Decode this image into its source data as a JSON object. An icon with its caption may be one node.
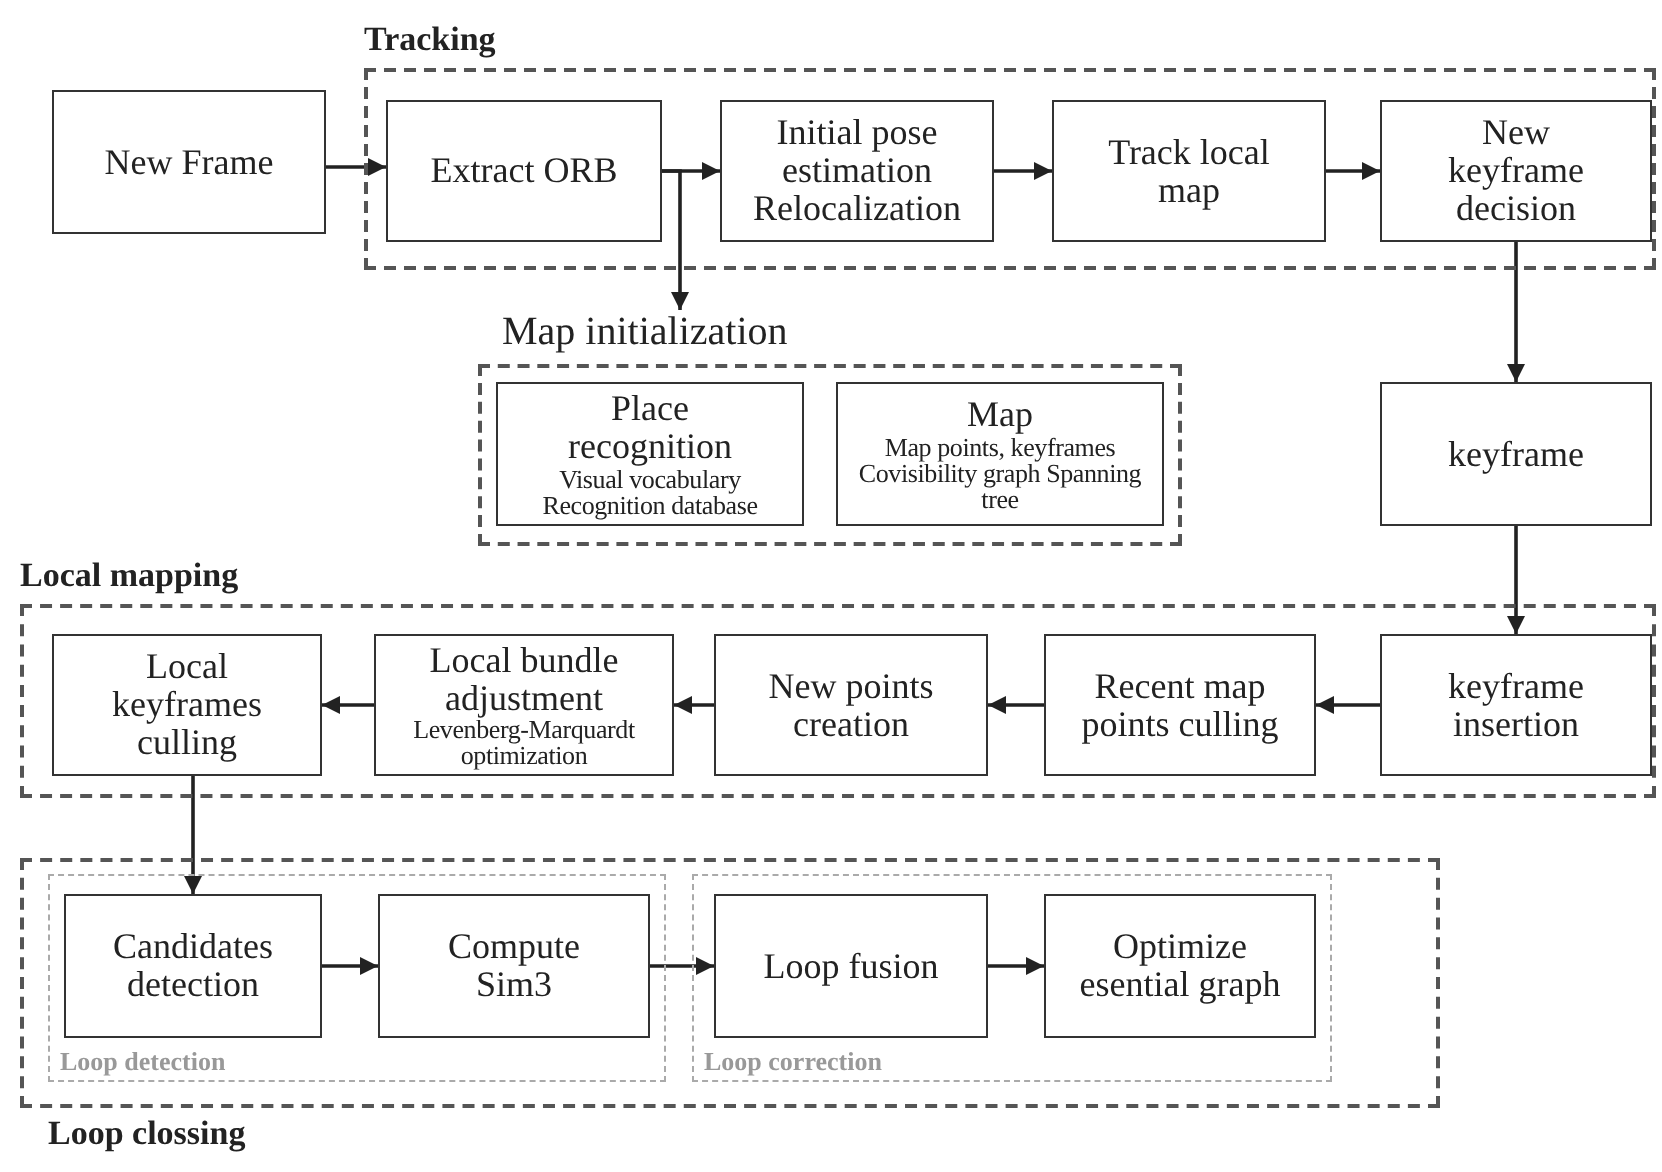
{
  "diagram": {
    "nodes": [
      {
        "text": [
          "Tracking"
        ]
      },
      {
        "text": [
          "New Frame"
        ]
      },
      {
        "text": [
          "Extract ORB"
        ],
        "in": 0
      },
      {
        "text": [
          "Initial pose estimation Relocalization"
        ],
        "in": 0
      },
      {
        "text": [
          "Track local map"
        ],
        "in": 0
      },
      {
        "text": [
          "New keyframe decision"
        ],
        "in": 0
      },
      {
        "text": [
          "Map initialization"
        ]
      },
      {
        "text": [
          "Place recognition",
          "Visual vocabulary Recognition database"
        ],
        "in": 6
      },
      {
        "text": [
          "Map",
          "Map points, keyframes Covisibility graph Spanning tree"
        ],
        "in": 6
      },
      {
        "text": [
          "keyframe"
        ]
      },
      {
        "text": [
          "Local mapping"
        ]
      },
      {
        "text": [
          "Local keyframes culling"
        ],
        "in": 10
      },
      {
        "text": [
          "Local bundle adjustment",
          "Levenberg-Marquardt optimization"
        ],
        "in": 10
      },
      {
        "text": [
          "New points creation"
        ],
        "in": 10
      },
      {
        "text": [
          "Recent map points culling"
        ],
        "in": 10
      },
      {
        "text": [
          "keyframe insertion"
        ],
        "in": 10
      },
      {
        "text": [
          "Loop clossing"
        ]
      },
      {
        "text": [
          "Loop detection"
        ],
        "in": 16
      },
      {
        "text": [
          "Candidates detection"
        ],
        "in": 17
      },
      {
        "text": [
          "Compute Sim3"
        ],
        "in": 17
      },
      {
        "text": [
          "Loop correction"
        ],
        "in": 16
      },
      {
        "text": [
          "Loop fusion"
        ],
        "in": 20
      },
      {
        "text": [
          "Optimize esential graph"
        ],
        "in": 20
      }
    ],
    "edges": [
      {
        "from": 1,
        "to": 2,
        "arrow": "to"
      },
      {
        "from": 2,
        "to": 3,
        "arrow": "to"
      },
      {
        "from": 2,
        "to": 6,
        "arrow": "to"
      },
      {
        "from": 3,
        "to": 4,
        "arrow": "to"
      },
      {
        "from": 4,
        "to": 5,
        "arrow": "to"
      },
      {
        "from": 5,
        "to": 9,
        "arrow": "to"
      },
      {
        "from": 9,
        "to": 15,
        "arrow": "to"
      },
      {
        "from": 15,
        "to": 14,
        "arrow": "to"
      },
      {
        "from": 14,
        "to": 13,
        "arrow": "to"
      },
      {
        "from": 13,
        "to": 12,
        "arrow": "to"
      },
      {
        "from": 12,
        "to": 11,
        "arrow": "to"
      },
      {
        "from": 11,
        "to": 18,
        "arrow": "to"
      },
      {
        "from": 18,
        "to": 19,
        "arrow": "to"
      },
      {
        "from": 19,
        "to": 21,
        "arrow": "to"
      },
      {
        "from": 21,
        "to": 22,
        "arrow": "to"
      }
    ]
  }
}
